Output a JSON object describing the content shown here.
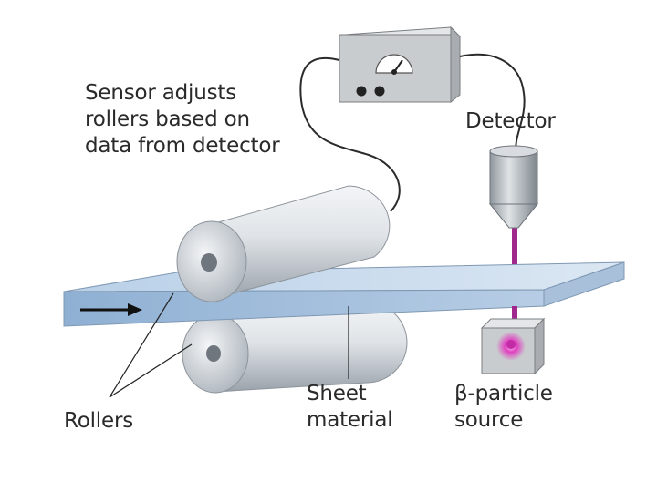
{
  "labels": {
    "sensor": [
      "Sensor adjusts",
      "rollers based on",
      "data from detector"
    ],
    "detector": "Detector",
    "rollers": "Rollers",
    "sheet": [
      "Sheet",
      "material"
    ],
    "source": [
      "β-particle",
      "source"
    ]
  },
  "colors": {
    "sheet_top": "#c6d9ec",
    "sheet_front": "#9fbbd8",
    "roller": "#d8dde3",
    "beam": "#a0288c",
    "source_glow": "#e040c0",
    "box": "#c9cccf",
    "wire": "#2b2b2b"
  }
}
